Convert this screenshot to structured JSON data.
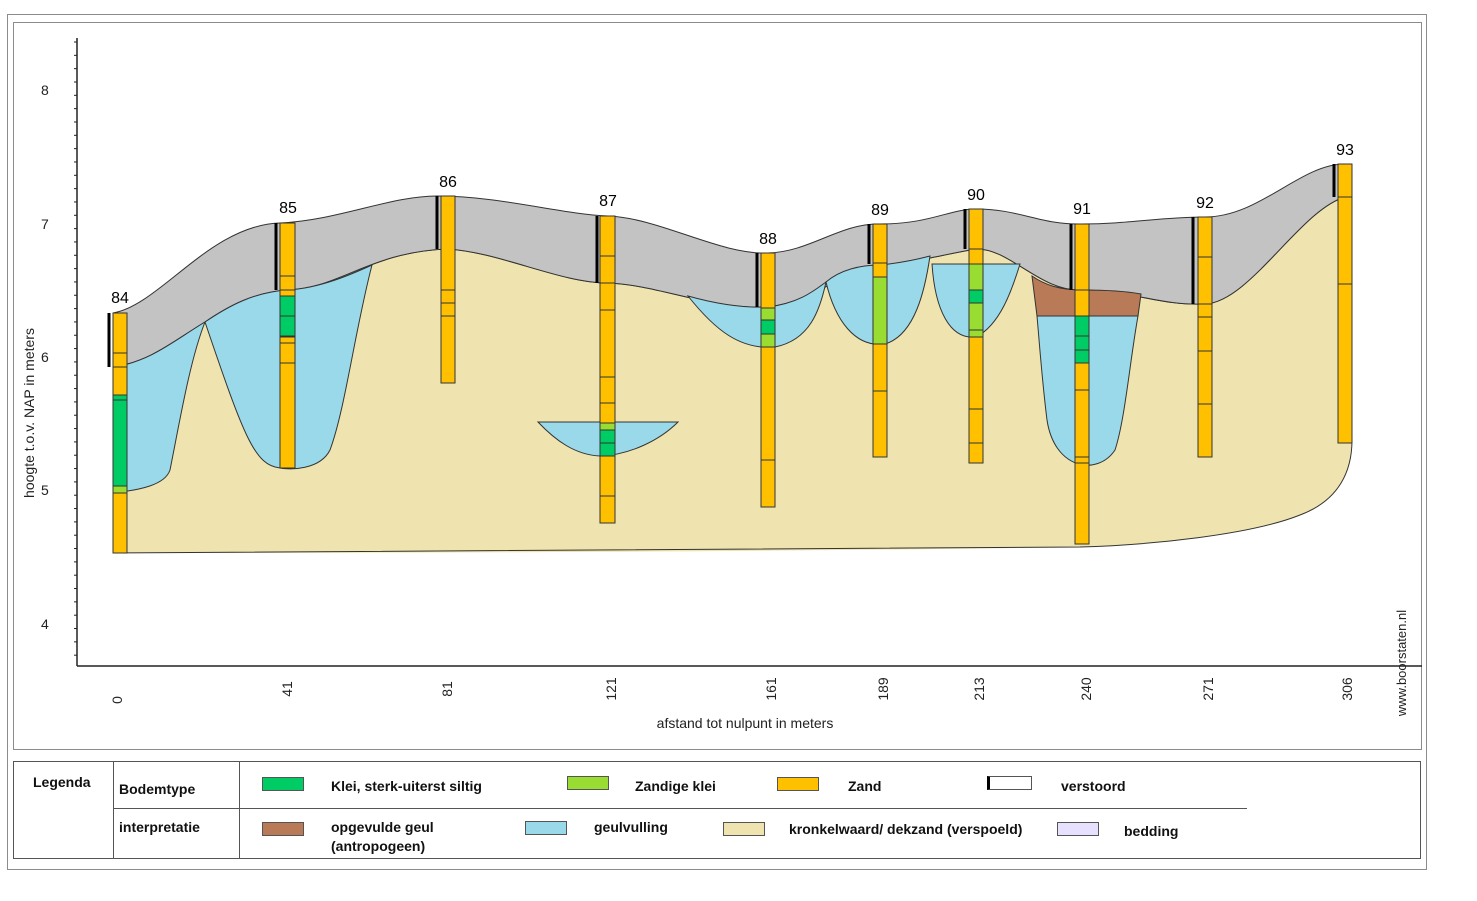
{
  "credit": "www.boorstaten.nl",
  "y_axis": {
    "label": "hoogte t.o.v. NAP in meters",
    "ticks": [
      "8",
      "7",
      "6",
      "5",
      "4"
    ]
  },
  "x_axis": {
    "label": "afstand tot nulpunt in meters"
  },
  "colors": {
    "klei": "#00cc66",
    "zandige_klei": "#99dd33",
    "zand": "#ffc000",
    "verstoord": "#000000",
    "opgevulde_geul": "#b97a57",
    "geulvulling": "#99d9ea",
    "kronkelwaard": "#efe4b0",
    "bedding": "#e8e0ff",
    "top_layer": "#c3c3c3"
  },
  "boreholes": [
    {
      "id": "84",
      "distance": "0",
      "top": 6.3,
      "bottom": 4.5
    },
    {
      "id": "85",
      "distance": "41",
      "top": 6.98,
      "bottom": 5.15
    },
    {
      "id": "86",
      "distance": "81",
      "top": 7.2,
      "bottom": 5.75
    },
    {
      "id": "87",
      "distance": "121",
      "top": 7.05,
      "bottom": 4.72
    },
    {
      "id": "88",
      "distance": "161",
      "top": 6.77,
      "bottom": 4.85
    },
    {
      "id": "89",
      "distance": "189",
      "top": 6.98,
      "bottom": 5.22
    },
    {
      "id": "90",
      "distance": "213",
      "top": 7.1,
      "bottom": 5.18
    },
    {
      "id": "91",
      "distance": "240",
      "top": 6.98,
      "bottom": 4.57
    },
    {
      "id": "92",
      "distance": "271",
      "top": 7.04,
      "bottom": 5.22
    },
    {
      "id": "93",
      "distance": "306",
      "top": 7.43,
      "bottom": 5.33
    }
  ],
  "legend": {
    "title": "Legenda",
    "row1_label": "Bodemtype",
    "row2_label": "interpretatie",
    "items_row1": [
      "Klei, sterk-uiterst siltig",
      "Zandige klei",
      "Zand",
      "verstoord"
    ],
    "items_row2": [
      "opgevulde geul",
      "(antropogeen)",
      "geulvulling",
      "kronkelwaard/ dekzand (verspoeld)",
      "bedding"
    ]
  }
}
